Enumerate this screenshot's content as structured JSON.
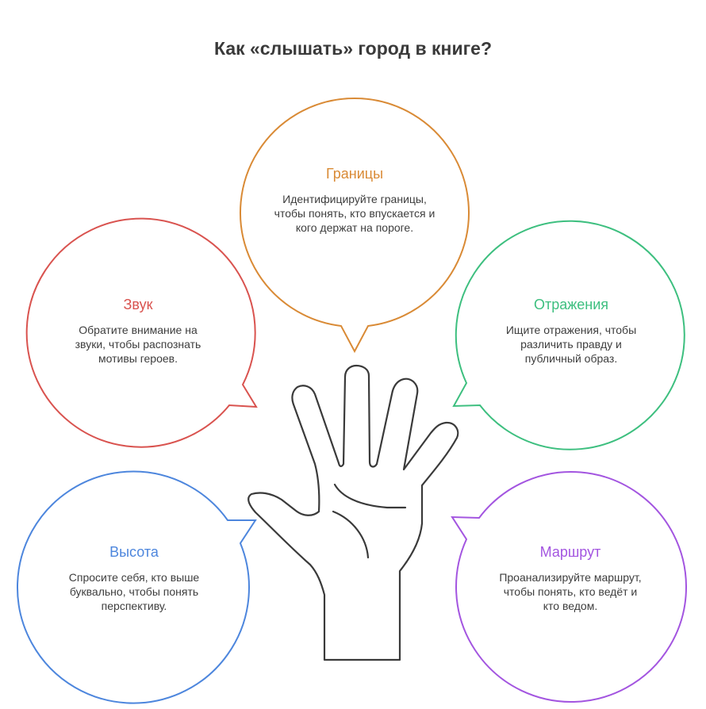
{
  "title": "Как «слышать» город в книге?",
  "colors": {
    "borders": "#d98a35",
    "sound": "#d9534f",
    "reflections": "#3dbf7f",
    "height": "#4d86dd",
    "route": "#a355e0",
    "hand": "#3a3a3a"
  },
  "bubbles": {
    "borders": {
      "heading": "Границы",
      "body": "Идентифицируйте границы, чтобы понять, кто впускается и кого держат на пороге."
    },
    "sound": {
      "heading": "Звук",
      "body": "Обратите внимание на звуки, чтобы распознать мотивы героев."
    },
    "reflections": {
      "heading": "Отражения",
      "body": "Ищите отражения, чтобы различить правду и публичный образ."
    },
    "height": {
      "heading": "Высота",
      "body": "Спросите себя, кто выше буквально, чтобы понять перспективу."
    },
    "route": {
      "heading": "Маршрут",
      "body": "Проанализируйте маршрут, чтобы понять, кто ведёт и кто ведом."
    }
  }
}
